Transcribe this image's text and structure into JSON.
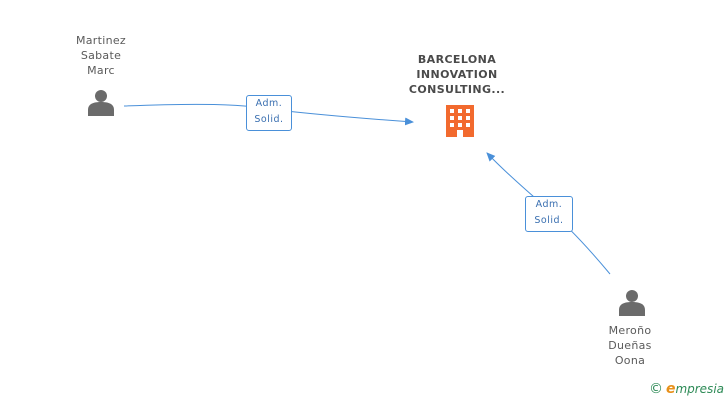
{
  "nodes": {
    "person_1": {
      "lines": [
        "Martinez",
        "Sabate",
        "Marc"
      ]
    },
    "company": {
      "lines": [
        "BARCELONA",
        "INNOVATION",
        "CONSULTING..."
      ],
      "icon": "building-icon",
      "color": "#f26a2e"
    },
    "person_2": {
      "lines": [
        "Meroño",
        "Dueñas",
        "Oona"
      ]
    }
  },
  "edges": [
    {
      "from": "person_1",
      "to": "company",
      "lines": [
        "Adm.",
        "Solid."
      ]
    },
    {
      "from": "person_2",
      "to": "company",
      "lines": [
        "Adm.",
        "Solid."
      ]
    }
  ],
  "colors": {
    "edge": "#4a90d9",
    "person_icon": "#6b6b6b",
    "company_icon": "#f26a2e"
  },
  "brand": {
    "copyright": "©",
    "e": "e",
    "rest": "mpresia"
  }
}
